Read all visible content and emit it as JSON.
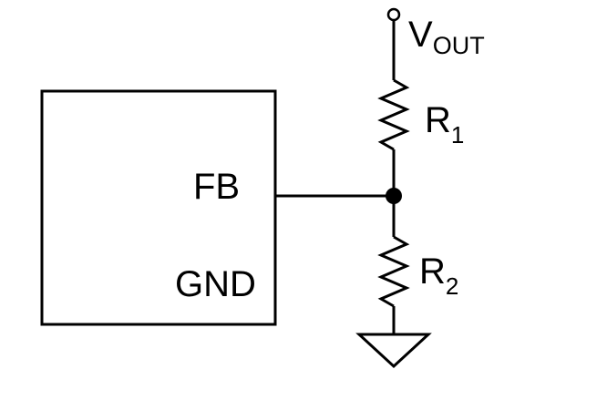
{
  "ic": {
    "pins": {
      "fb": "FB",
      "gnd": "GND"
    }
  },
  "vout": {
    "main": "V",
    "sub": "OUT"
  },
  "r1": {
    "main": "R",
    "sub": "1"
  },
  "r2": {
    "main": "R",
    "sub": "2"
  },
  "colors": {
    "stroke": "#000000",
    "background": "#ffffff"
  }
}
